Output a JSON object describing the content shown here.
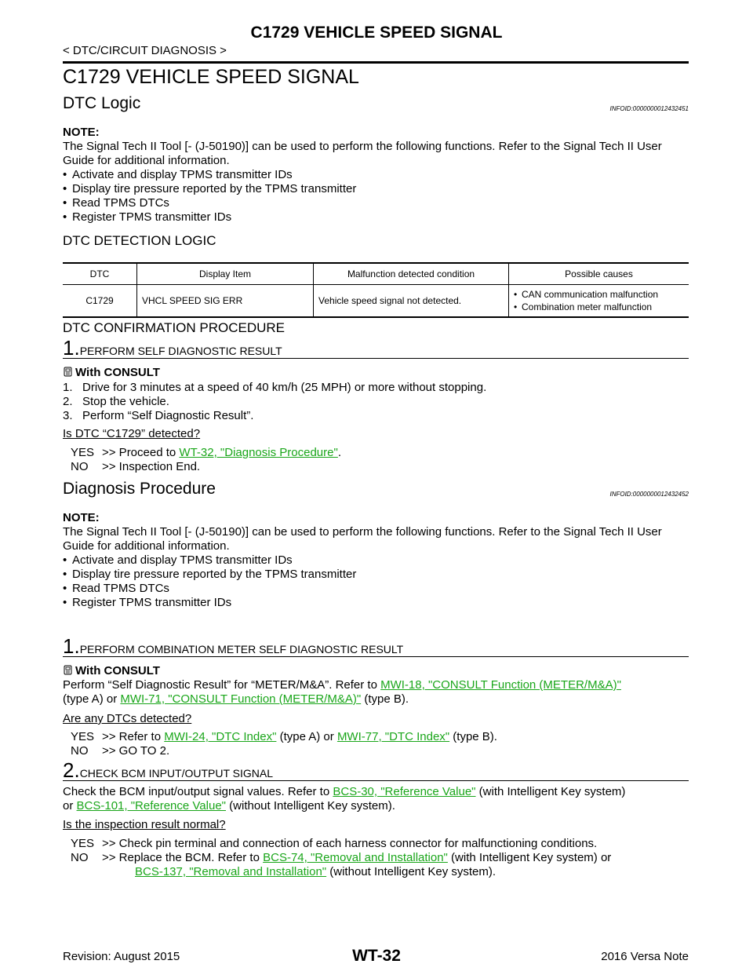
{
  "header": {
    "title": "C1729 VEHICLE SPEED SIGNAL",
    "breadcrumb": "< DTC/CIRCUIT DIAGNOSIS >"
  },
  "main_title": "C1729 VEHICLE SPEED SIGNAL",
  "dtc_logic": {
    "heading": "DTC Logic",
    "infoid": "INFOID:0000000012432451",
    "note_label": "NOTE:",
    "note_text": "The Signal Tech II Tool [- (J-50190)] can be used to perform the following functions. Refer to the Signal Tech II User Guide for additional information.",
    "bullets": [
      "Activate and display TPMS transmitter IDs",
      "Display tire pressure reported by the TPMS transmitter",
      "Read TPMS DTCs",
      "Register TPMS transmitter IDs"
    ],
    "detection_heading": "DTC DETECTION LOGIC",
    "table": {
      "headers": [
        "DTC",
        "Display Item",
        "Malfunction detected condition",
        "Possible causes"
      ],
      "row": {
        "dtc": "C1729",
        "display_item": "VHCL SPEED SIG ERR",
        "condition": "Vehicle speed signal not detected.",
        "causes": [
          "CAN communication malfunction",
          "Combination meter malfunction"
        ]
      }
    },
    "confirmation_heading": "DTC CONFIRMATION PROCEDURE",
    "step1": {
      "number": "1.",
      "label": "PERFORM SELF DIAGNOSTIC RESULT",
      "consult": "With CONSULT",
      "items": [
        "1.   Drive for 3 minutes at a speed of 40 km/h (25 MPH) or more without stopping.",
        "2.   Stop the vehicle.",
        "3.   Perform “Self Diagnostic Result”."
      ],
      "question": "Is DTC “C1729” detected?",
      "yes_key": "YES",
      "yes_text": ">> Proceed to ",
      "yes_link": "WT-32, \"Diagnosis Procedure\"",
      "yes_after": ".",
      "no_key": "NO",
      "no_text": ">> Inspection End."
    }
  },
  "diag": {
    "heading": "Diagnosis Procedure",
    "infoid": "INFOID:0000000012432452",
    "note_label": "NOTE:",
    "note_text": "The Signal Tech II Tool [- (J-50190)] can be used to perform the following functions. Refer to the Signal Tech II User Guide for additional information.",
    "bullets": [
      "Activate and display TPMS transmitter IDs",
      "Display tire pressure reported by the TPMS transmitter",
      "Read TPMS DTCs",
      "Register TPMS transmitter IDs"
    ],
    "step1": {
      "number": "1.",
      "label": "PERFORM COMBINATION METER SELF DIAGNOSTIC RESULT",
      "consult": "With CONSULT",
      "line1_a": "Perform “Self Diagnostic Result” for “METER/M&A”. Refer to ",
      "line1_link": "MWI-18, \"CONSULT Function (METER/M&A)\"",
      "line2_a": "(type A) or ",
      "line2_link": "MWI-71, \"CONSULT Function (METER/M&A)\"",
      "line2_b": " (type B).",
      "question": "Are any DTCs detected?",
      "yes_key": "YES",
      "yes_a": ">> Refer to ",
      "yes_link1": "MWI-24, \"DTC Index\"",
      "yes_b": " (type A) or ",
      "yes_link2": "MWI-77, \"DTC Index\"",
      "yes_c": " (type B).",
      "no_key": "NO",
      "no_text": ">> GO TO 2."
    },
    "step2": {
      "number": "2.",
      "label": "CHECK BCM INPUT/OUTPUT SIGNAL",
      "line1_a": "Check the BCM input/output signal values. Refer to ",
      "line1_link": "BCS-30, \"Reference Value\"",
      "line1_b": " (with Intelligent Key system)",
      "line2_a": "or ",
      "line2_link": "BCS-101, \"Reference Value\"",
      "line2_b": " (without Intelligent Key system).",
      "question": "Is the inspection result normal?",
      "yes_key": "YES",
      "yes_text": ">> Check pin terminal and connection of each harness connector for malfunctioning conditions.",
      "no_key": "NO",
      "no_a": ">> Replace the BCM. Refer to ",
      "no_link1": "BCS-74, \"Removal and Installation\"",
      "no_b": " (with Intelligent Key system) or",
      "no_link2": "BCS-137, \"Removal and Installation\"",
      "no_c": " (without Intelligent Key system)."
    }
  },
  "footer": {
    "revision": "Revision: August 2015",
    "page": "WT-32",
    "model": "2016 Versa Note"
  },
  "colors": {
    "link": "#1aa61a"
  }
}
